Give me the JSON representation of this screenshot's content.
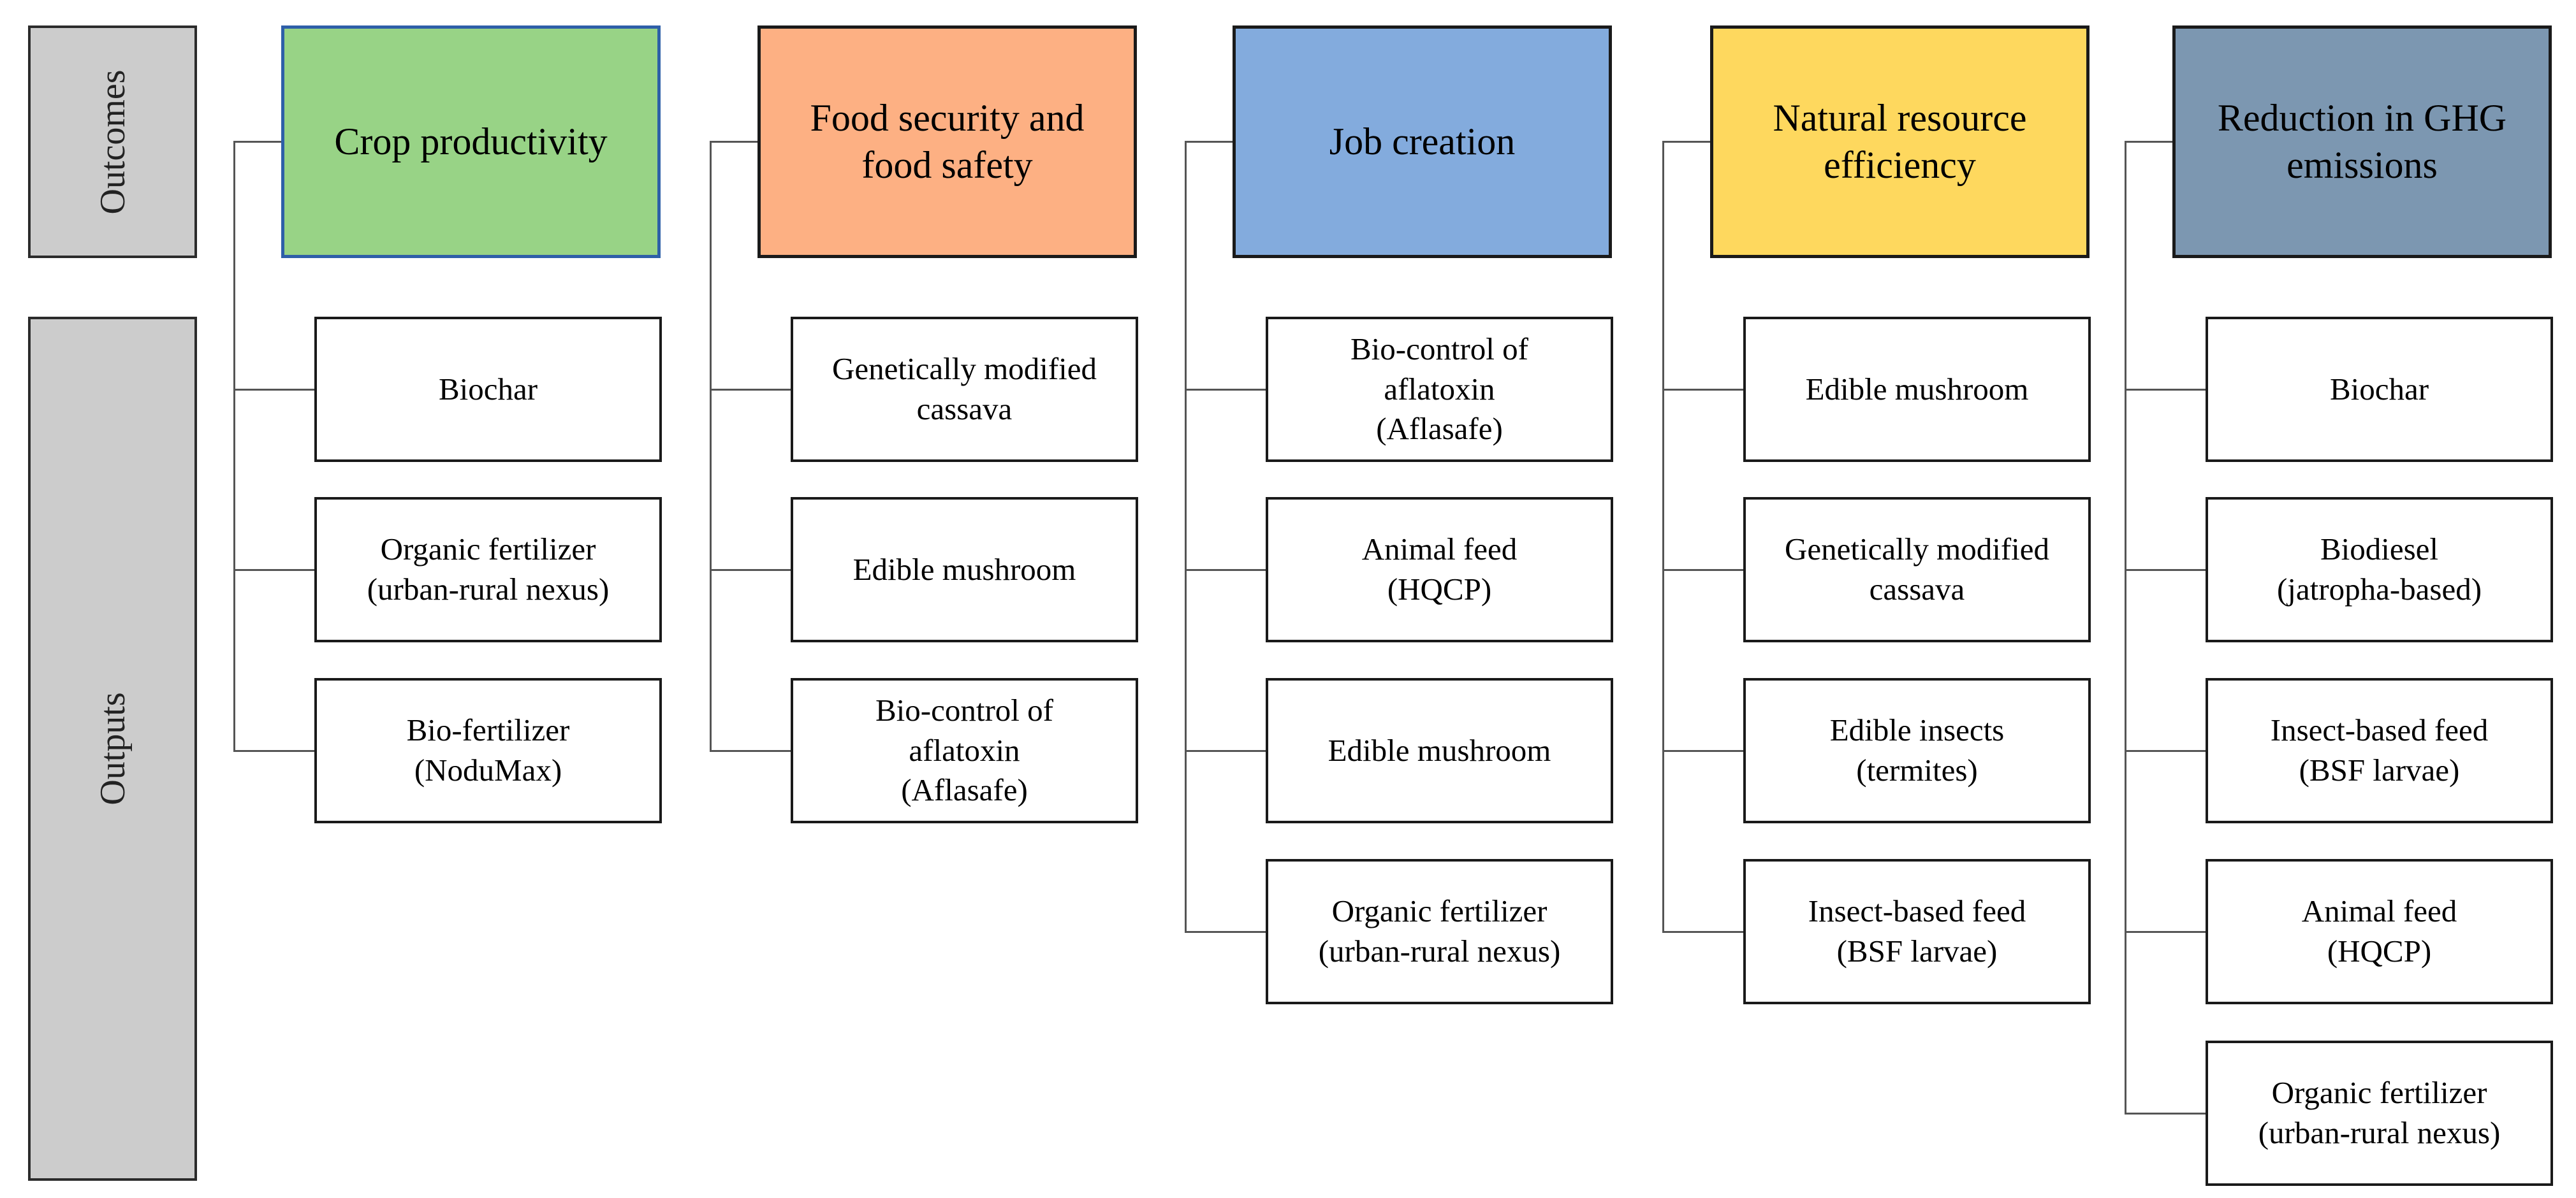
{
  "side_labels": {
    "outcomes": "Outcomes",
    "outputs": "Outputs"
  },
  "columns": [
    {
      "outcome": "Crop productivity",
      "color": "#98d386",
      "border_color": "#2e5fa8",
      "outputs": [
        "Biochar",
        "Organic fertilizer\n(urban-rural nexus)",
        "Bio-fertilizer\n(NoduMax)"
      ]
    },
    {
      "outcome": "Food security and\nfood safety",
      "color": "#fdb083",
      "outputs": [
        "Genetically modified\ncassava",
        "Edible mushroom",
        "Bio-control of\naflatoxin\n(Aflasafe)"
      ]
    },
    {
      "outcome": "Job creation",
      "color": "#83abdd",
      "outputs": [
        "Bio-control of\naflatoxin\n(Aflasafe)",
        "Animal feed\n(HQCP)",
        "Edible mushroom",
        "Organic fertilizer\n(urban-rural nexus)"
      ]
    },
    {
      "outcome": "Natural resource\nefficiency",
      "color": "#fed85e",
      "outputs": [
        "Edible mushroom",
        "Genetically modified\ncassava",
        "Edible insects\n(termites)",
        "Insect-based feed\n(BSF larvae)"
      ]
    },
    {
      "outcome": "Reduction in GHG\nemissions",
      "color": "#7c97b1",
      "outputs": [
        "Biochar",
        "Biodiesel\n(jatropha-based)",
        "Insect-based feed\n(BSF larvae)",
        "Animal feed\n(HQCP)",
        "Organic fertilizer\n(urban-rural nexus)"
      ]
    }
  ]
}
